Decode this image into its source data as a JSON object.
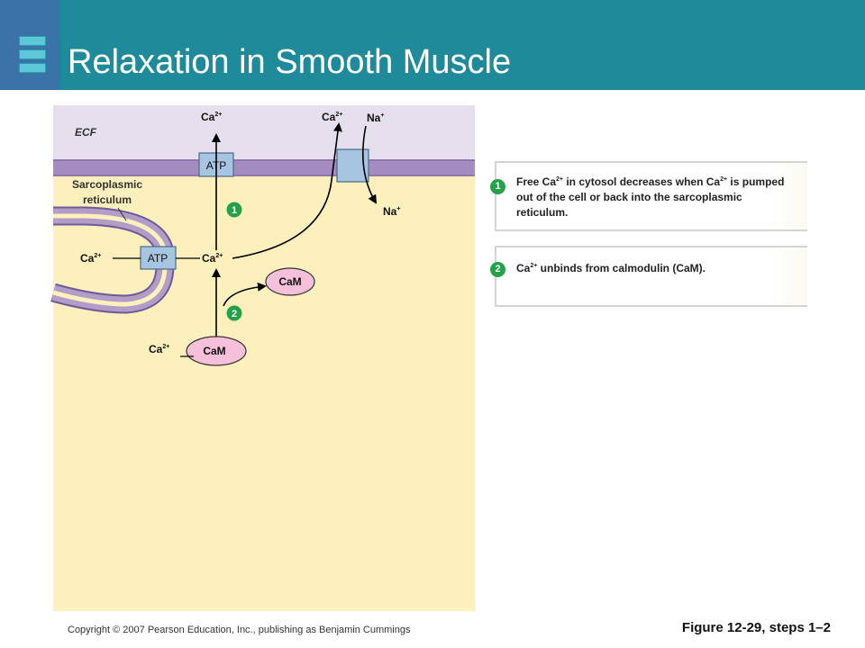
{
  "header": {
    "title": "Relaxation in Smooth Muscle"
  },
  "diagram": {
    "ecf_label": "ECF",
    "sr_label_line1": "Sarcoplasmic",
    "sr_label_line2": "reticulum",
    "atp_pump_membrane": "ATP",
    "atp_pump_sr": "ATP",
    "ion_ca": "Ca",
    "ion_ca_charge": "2+",
    "ion_na": "Na",
    "ion_na_charge": "+",
    "cam_free": "CaM",
    "cam_bound": "CaM",
    "marker_1": "1",
    "marker_2": "2"
  },
  "steps": [
    {
      "number": "1",
      "text": "Free Ca2+ in cytosol decreases when Ca2+ is pumped out of the cell or back into the sarcoplasmic reticulum."
    },
    {
      "number": "2",
      "text": "Ca2+ unbinds from calmodulin (CaM)."
    }
  ],
  "colors": {
    "header_bg": "#1e8a9a",
    "header_accent": "#3a73a8",
    "ecf_bg": "#e6e0ee",
    "membrane": "#a48cc0",
    "cytosol_bg": "#fdf0bd",
    "pump_fill": "#a7c4e0",
    "cam_fill": "#f6c0da",
    "marker_green": "#22a34a"
  },
  "footer": {
    "copyright": "Copyright © 2007 Pearson Education, Inc., publishing as Benjamin Cummings",
    "figure": "Figure 12-29, steps 1–2"
  }
}
